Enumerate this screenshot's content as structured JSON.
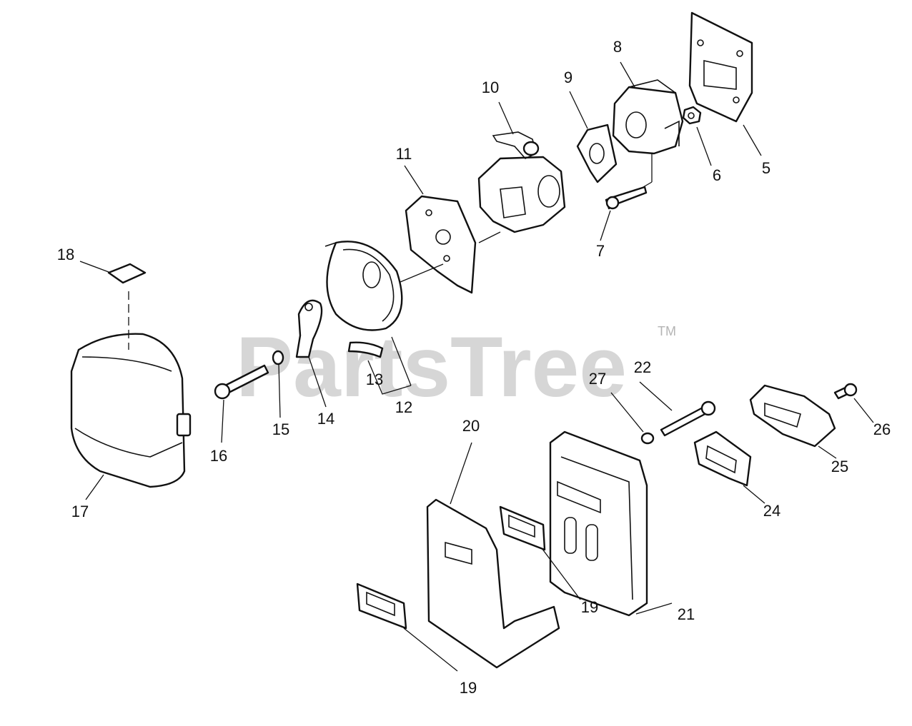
{
  "watermark": {
    "brand": "PartsTree",
    "trademark": "TM"
  },
  "callouts": {
    "c5": "5",
    "c6": "6",
    "c7": "7",
    "c8": "8",
    "c9": "9",
    "c10": "10",
    "c11": "11",
    "c12": "12",
    "c13": "13",
    "c14": "14",
    "c15": "15",
    "c16": "16",
    "c17": "17",
    "c18": "18",
    "c19a": "19",
    "c19b": "19",
    "c20": "20",
    "c21": "21",
    "c22": "22",
    "c24": "24",
    "c25": "25",
    "c26": "26",
    "c27": "27"
  },
  "colors": {
    "line": "#111111",
    "background": "#ffffff",
    "watermark": "#b4b4b4"
  }
}
